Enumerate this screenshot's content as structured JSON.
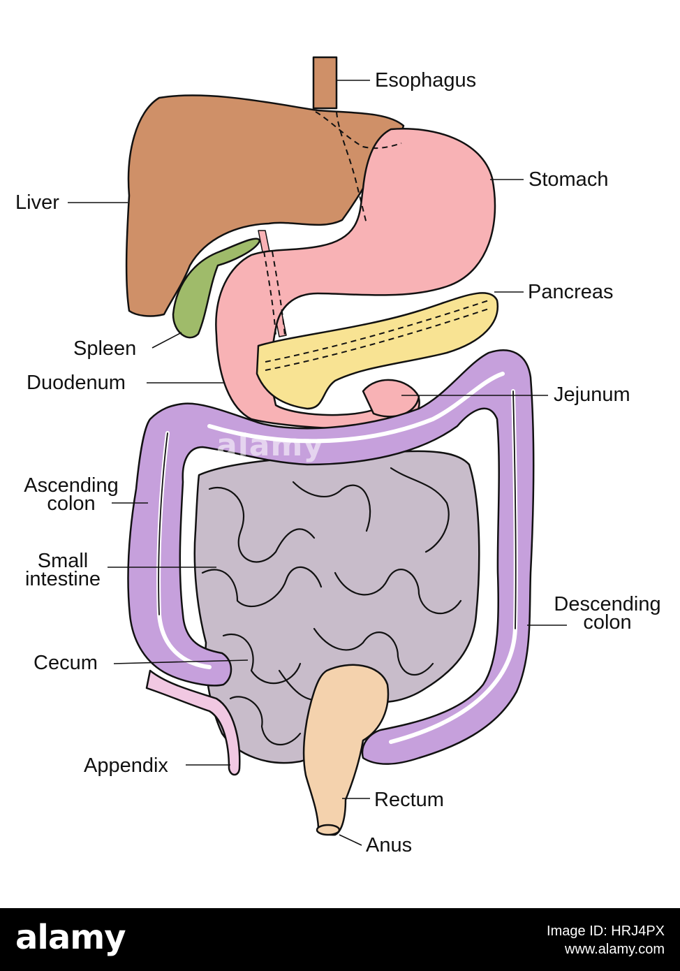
{
  "labels": {
    "esophagus": "Esophagus",
    "stomach": "Stomach",
    "liver": "Liver",
    "pancreas": "Pancreas",
    "spleen": "Spleen",
    "duodenum": "Duodenum",
    "jejunum": "Jejunum",
    "ascending_colon_1": "Ascending",
    "ascending_colon_2": "colon",
    "small_intestine_1": "Small",
    "small_intestine_2": "intestine",
    "descending_colon_1": "Descending",
    "descending_colon_2": "colon",
    "cecum": "Cecum",
    "appendix": "Appendix",
    "rectum": "Rectum",
    "anus": "Anus"
  },
  "colors": {
    "liver": "#cf9068",
    "stomach": "#f8b2b5",
    "spleen": "#9fbb6a",
    "pancreas": "#f8e393",
    "colon": "#c6a0dc",
    "small_intestine": "#c8bcca",
    "rectum": "#f4d2ad",
    "appendix": "#f1c8e2",
    "outline": "#111111"
  },
  "watermark": "alamy",
  "footer": {
    "brand": "alamy",
    "image_id": "Image ID: HRJ4PX",
    "site": "www.alamy.com"
  }
}
